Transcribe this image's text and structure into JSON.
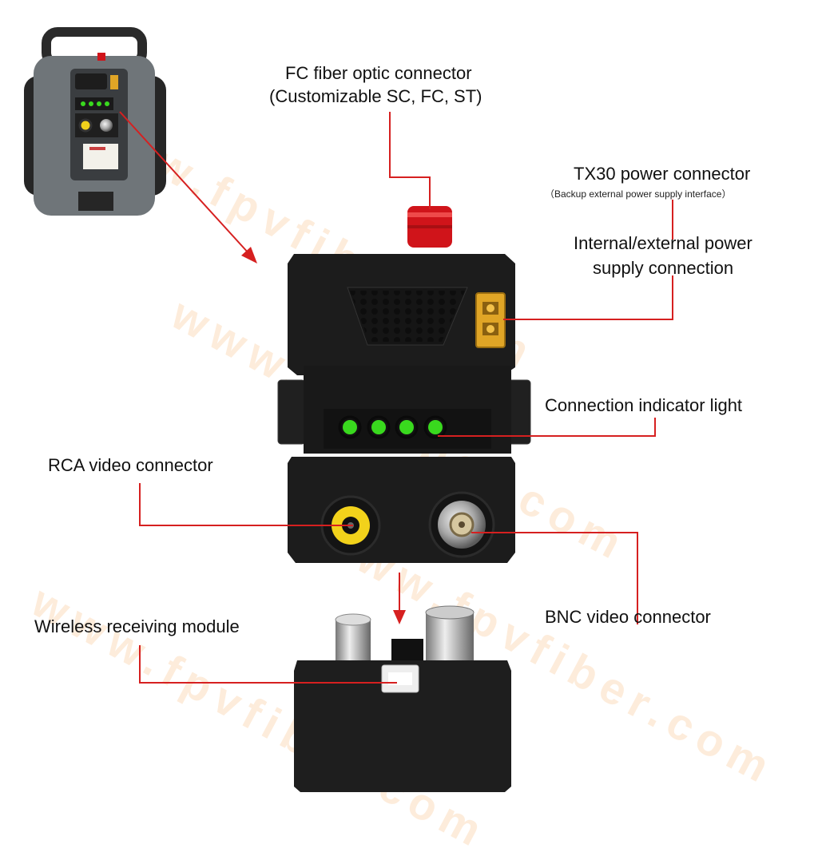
{
  "labels": {
    "fc_line1": "FC fiber optic connector",
    "fc_line2": "(Customizable SC, FC, ST)",
    "tx30": "TX30 power connector",
    "tx30_note": "（Backup external power supply interface）",
    "power_line1": "Internal/external power",
    "power_line2": "supply connection",
    "indicator": "Connection indicator light",
    "rca": "RCA video connector",
    "bnc": "BNC video connector",
    "wireless": "Wireless receiving module"
  },
  "watermark": "www.fpvfiber.com",
  "colors": {
    "leader": "#d62020",
    "led": "#39d91e",
    "body": "#1c1c1c",
    "rca_yellow": "#f2d21b",
    "xt30": "#e0a526",
    "fiber_red": "#d0141a"
  },
  "icons": [
    "remote-controller-photo",
    "fiber-module-photo",
    "receiver-module-photo"
  ]
}
